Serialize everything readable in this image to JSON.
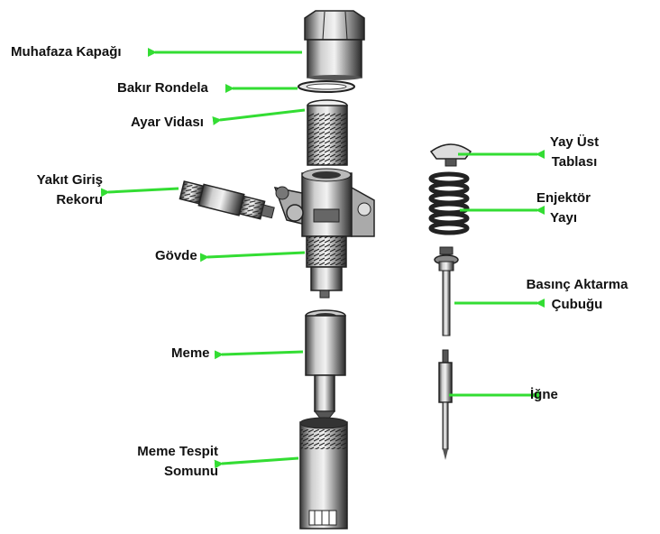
{
  "labels": {
    "muhafaza_kapagi": "Muhafaza Kapağı",
    "bakir_rondela": "Bakır Rondela",
    "ayar_vidasi": "Ayar Vidası",
    "yakit_giris_1": "Yakıt Giriş",
    "yakit_giris_2": "Rekoru",
    "govde": "Gövde",
    "meme": "Meme",
    "meme_tespit_1": "Meme Tespit",
    "meme_tespit_2": "Somunu",
    "yay_ust_1": "Yay Üst",
    "yay_ust_2": "Tablası",
    "enjektor_1": "Enjektör",
    "enjektor_2": "Yayı",
    "basinc_1": "Basınç Aktarma",
    "basinc_2": "Çubuğu",
    "igne": "İğne"
  },
  "colors": {
    "arrow": "#33dd33",
    "part_dark": "#2a2a2a",
    "part_mid": "#8a8a8a",
    "part_light": "#dcdcdc"
  }
}
